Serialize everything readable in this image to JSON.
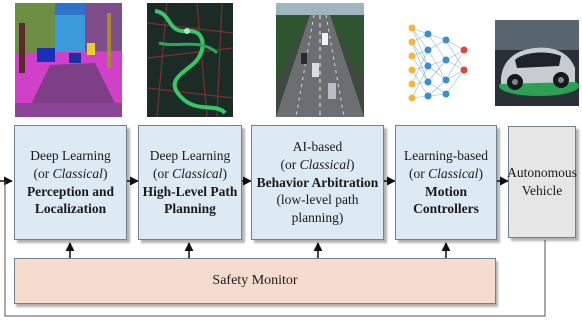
{
  "images": {
    "perception": "semantic-segmentation-street-scene",
    "path_planning": "path-planning-map",
    "behavior": "highway-traffic-aerial",
    "controllers": "neural-network-graph",
    "vehicle": "autonomous-car-render"
  },
  "blocks": {
    "perception": {
      "line1": "Deep Learning",
      "or": "(or ",
      "classical": "Classical",
      "close": ")",
      "bold1": "Perception and",
      "bold2": "Localization"
    },
    "path": {
      "line1": "Deep Learning",
      "or": "(or ",
      "classical": "Classical",
      "close": ")",
      "bold1": "High-Level Path",
      "bold2": "Planning"
    },
    "behavior": {
      "line1": "AI-based",
      "or": "(or ",
      "classical": "Classical",
      "close": ")",
      "bold1": "Behavior Arbitration",
      "line4": "(low-level path planning)"
    },
    "controllers": {
      "line1": "Learning-based",
      "or": "(or ",
      "classical": "Classical",
      "close": ")",
      "bold1": "Motion Controllers"
    },
    "vehicle": {
      "line1": "Autonomous",
      "line2": "Vehicle"
    }
  },
  "safety_monitor": "Safety Monitor",
  "colors": {
    "block_fill": "#dde9f3",
    "vehicle_fill": "#e6e6e6",
    "safety_fill": "#f6dbcf",
    "border": "#6f8091",
    "arrow": "#111111"
  }
}
